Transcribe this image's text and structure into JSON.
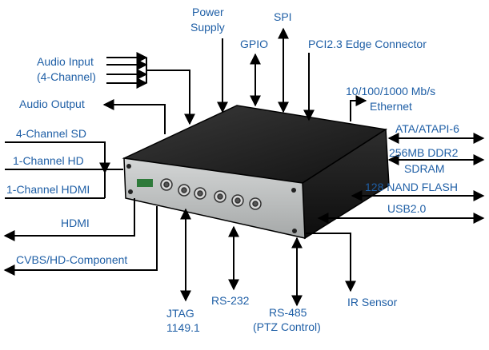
{
  "labels": {
    "power_supply": [
      "Power",
      "Supply"
    ],
    "spi": "SPI",
    "gpio": "GPIO",
    "pci": "PCI2.3 Edge Connector",
    "audio_input": [
      "Audio Input",
      "(4-Channel)"
    ],
    "audio_output": "Audio Output",
    "ethernet": [
      "10/100/1000 Mb/s",
      "Ethernet"
    ],
    "sd_4ch": "4-Channel SD",
    "hd_1ch": "1-Channel HD",
    "hdmi_1ch": "1-Channel HDMI",
    "ata": "ATA/ATAPI-6",
    "sdram": [
      "256MB DDR2",
      "SDRAM"
    ],
    "nand": "128 NAND FLASH",
    "usb": "USB2.0",
    "hdmi": "HDMI",
    "cvbs": "CVBS/HD-Component",
    "jtag": [
      "JTAG",
      "1149.1"
    ],
    "rs232": "RS-232",
    "rs485": [
      "RS-485",
      "(PTZ Control)"
    ],
    "ir": "IR Sensor"
  },
  "colors": {
    "label_text": "#1f5fa6",
    "line": "#000000",
    "box_body": "#2b2b2b",
    "box_top": "#1a1a1a",
    "front_panel": "#bfc2c2"
  }
}
